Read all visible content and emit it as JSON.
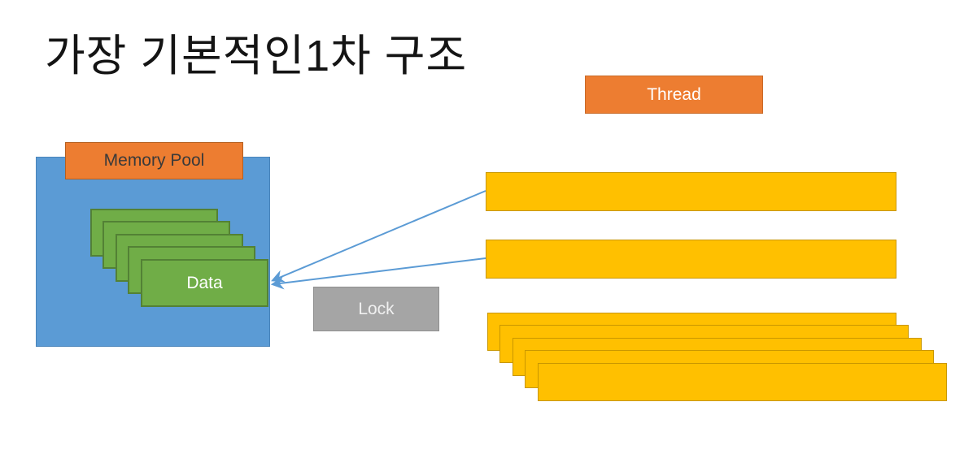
{
  "slide": {
    "title": "가장 기본적인1차 구조",
    "thread": {
      "label": "Thread"
    },
    "memory_pool": {
      "label": "Memory Pool"
    },
    "data": {
      "label": "Data",
      "stack_count": 5
    },
    "lock": {
      "label": "Lock"
    },
    "thread_bars": {
      "top_count": 2,
      "stack_count": 5
    },
    "connectors": [
      {
        "from": "thread-bar-1",
        "to": "data-box",
        "style": "arrow"
      },
      {
        "from": "thread-bar-2",
        "to": "data-box",
        "style": "arrow"
      }
    ],
    "colors": {
      "orange": "#ED7D31",
      "blue": "#5B9BD5",
      "green": "#70AD47",
      "gold": "#FFC000",
      "gray": "#A5A5A5",
      "connector_blue": "#5B9BD5",
      "title_text": "#141414"
    }
  }
}
